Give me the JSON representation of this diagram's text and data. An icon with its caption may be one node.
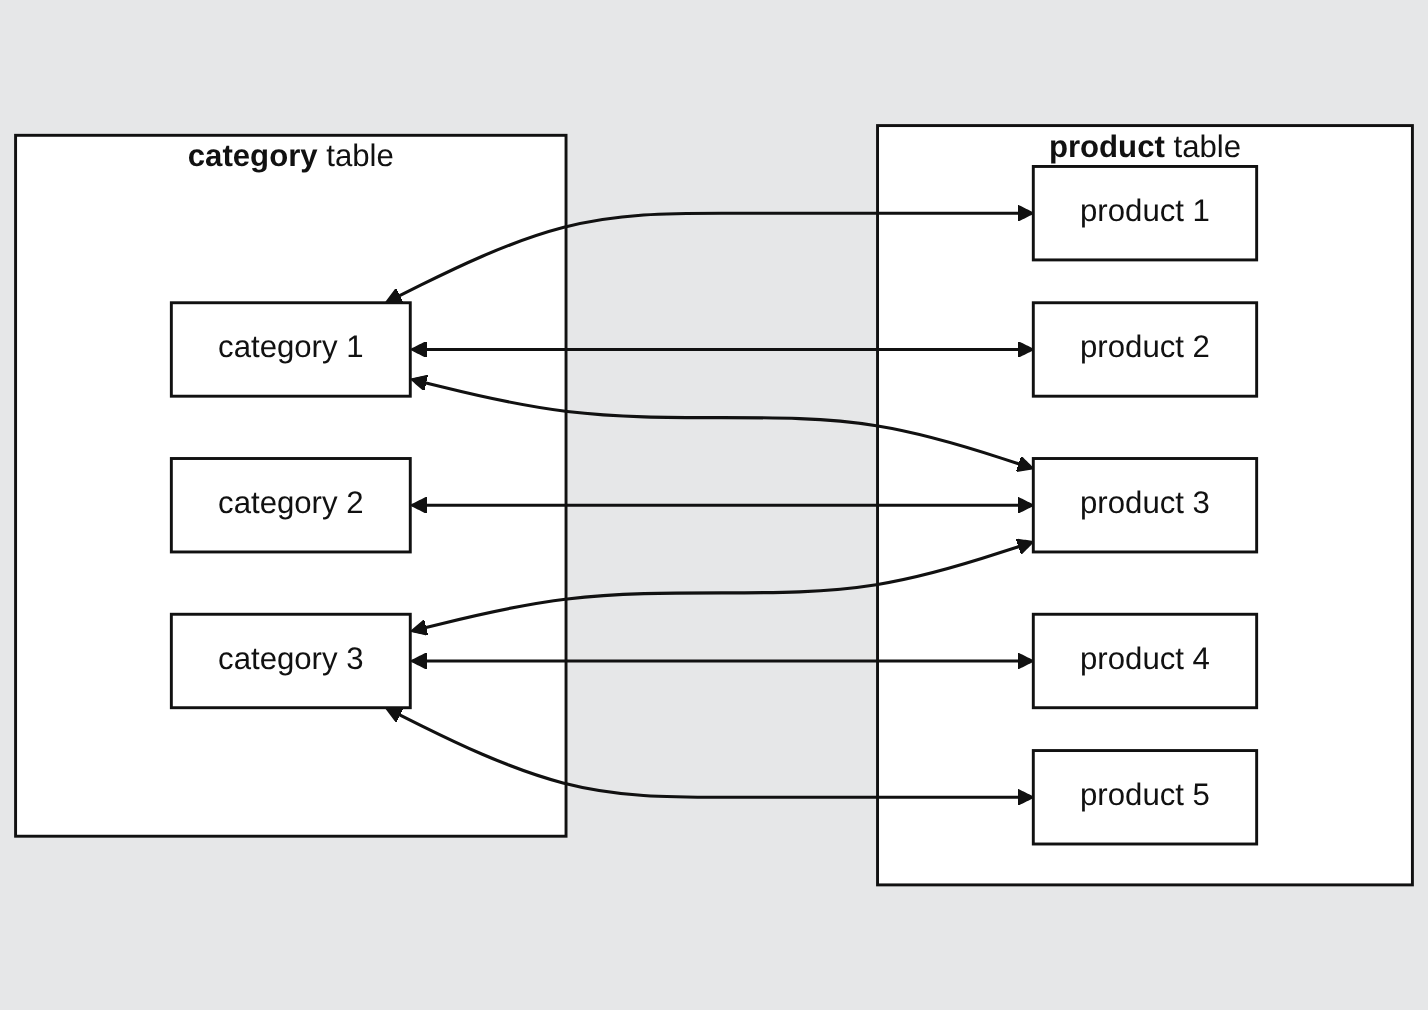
{
  "diagram": {
    "nodes": [
      {
        "text": [
          "**category** table"
        ]
      },
      {
        "text": [
          "category 1"
        ],
        "in": 0
      },
      {
        "text": [
          "category 2"
        ],
        "in": 0
      },
      {
        "text": [
          "category 3"
        ],
        "in": 0
      },
      {
        "text": [
          "**product** table"
        ]
      },
      {
        "text": [
          "product 1"
        ],
        "in": 4
      },
      {
        "text": [
          "product 2"
        ],
        "in": 4
      },
      {
        "text": [
          "product 3"
        ],
        "in": 4
      },
      {
        "text": [
          "product 4"
        ],
        "in": 4
      },
      {
        "text": [
          "product 5"
        ],
        "in": 4
      }
    ],
    "edges": [
      {
        "from": 1,
        "to": 5,
        "arrow": "both"
      },
      {
        "from": 1,
        "to": 6,
        "arrow": "both"
      },
      {
        "from": 1,
        "to": 7,
        "arrow": "both"
      },
      {
        "from": 2,
        "to": 7,
        "arrow": "both"
      },
      {
        "from": 3,
        "to": 7,
        "arrow": "both"
      },
      {
        "from": 3,
        "to": 8,
        "arrow": "both"
      },
      {
        "from": 3,
        "to": 9,
        "arrow": "both"
      }
    ]
  }
}
